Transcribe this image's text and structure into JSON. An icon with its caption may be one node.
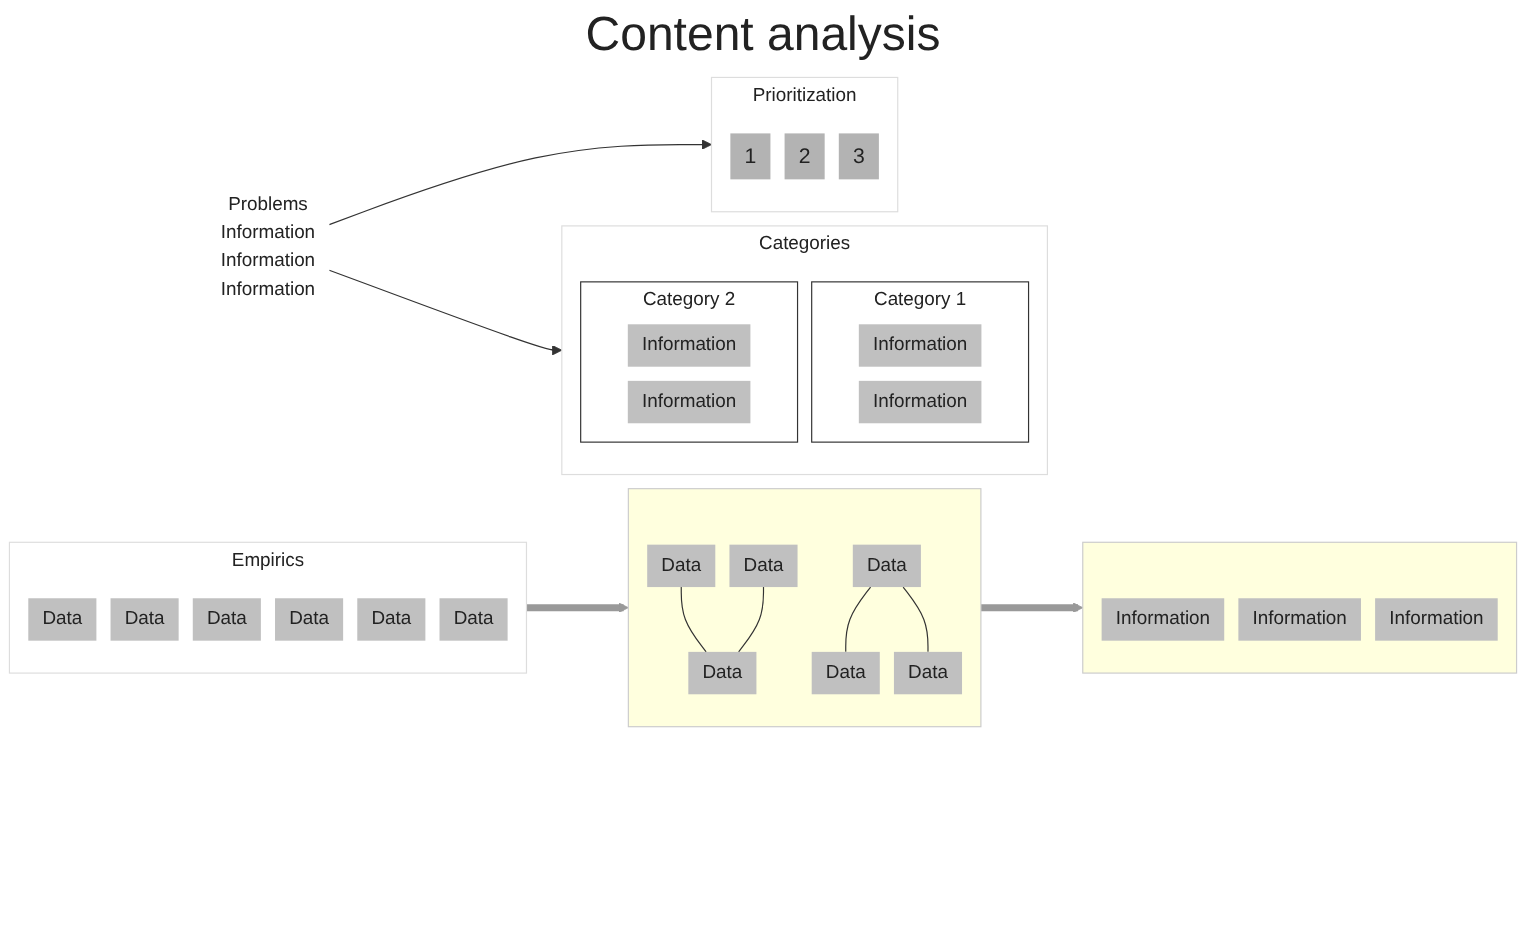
{
  "diagram": {
    "title": "Content analysis",
    "nodes": [
      {
        "text": [
          "Empirics"
        ]
      },
      {
        "text": [
          "Data"
        ],
        "in": 0
      },
      {
        "text": [
          "Data"
        ],
        "in": 0
      },
      {
        "text": [
          "Data"
        ],
        "in": 0
      },
      {
        "text": [
          "Data"
        ],
        "in": 0
      },
      {
        "text": [
          "Data"
        ],
        "in": 0
      },
      {
        "text": [
          "Data"
        ],
        "in": 0
      },
      {
        "text": [],
        "shape": "box"
      },
      {
        "text": [
          "Data"
        ],
        "in": 7
      },
      {
        "text": [
          "Data"
        ],
        "in": 7
      },
      {
        "text": [
          "Data"
        ],
        "in": 7
      },
      {
        "text": [
          "Data"
        ],
        "in": 7
      },
      {
        "text": [
          "Data"
        ],
        "in": 7
      },
      {
        "text": [
          "Data"
        ],
        "in": 7
      },
      {
        "text": [],
        "shape": "box"
      },
      {
        "text": [
          "Information"
        ],
        "in": 14
      },
      {
        "text": [
          "Information"
        ],
        "in": 14
      },
      {
        "text": [
          "Information"
        ],
        "in": 14
      },
      {
        "text": [
          "Problems",
          "Information",
          "Information",
          "Information"
        ]
      },
      {
        "text": [
          "Categories"
        ]
      },
      {
        "text": [
          "Category 1"
        ],
        "in": 19
      },
      {
        "text": [
          "Information"
        ],
        "in": 20
      },
      {
        "text": [
          "Information"
        ],
        "in": 20
      },
      {
        "text": [
          "Category 2"
        ],
        "in": 19
      },
      {
        "text": [
          "Information"
        ],
        "in": 23
      },
      {
        "text": [
          "Information"
        ],
        "in": 23
      },
      {
        "text": [
          "Prioritization"
        ]
      },
      {
        "text": [
          "1"
        ],
        "in": 26
      },
      {
        "text": [
          "2"
        ],
        "in": 26
      },
      {
        "text": [
          "3"
        ],
        "in": 26
      }
    ],
    "edges": [
      {
        "from": 0,
        "to": 7,
        "arrow": "to",
        "style": "thick",
        "color": "#999999"
      },
      {
        "from": 7,
        "to": 14,
        "arrow": "to",
        "style": "thick",
        "color": "#999999"
      },
      {
        "from": 8,
        "to": 11,
        "arrow": "none"
      },
      {
        "from": 10,
        "to": 9,
        "arrow": "none"
      },
      {
        "from": 10,
        "to": 13,
        "arrow": "none"
      },
      {
        "from": 12,
        "to": 11,
        "arrow": "none"
      },
      {
        "from": 18,
        "to": 19,
        "arrow": "to"
      },
      {
        "from": 18,
        "to": 26,
        "arrow": "to"
      }
    ]
  }
}
